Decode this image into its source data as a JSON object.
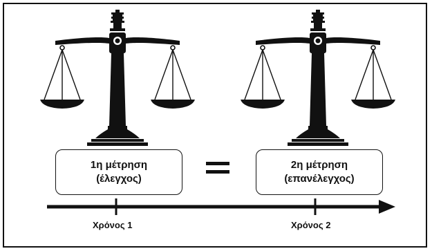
{
  "measurement_1": {
    "line1": "1η μέτρηση",
    "line2": "(έλεγχος)"
  },
  "measurement_2": {
    "line1": "2η μέτρηση",
    "line2": "(επανέλεγχος)"
  },
  "timeline": {
    "time_1": "Χρόνος 1",
    "time_2": "Χρόνος 2"
  },
  "colors": {
    "ink": "#111111",
    "background": "#ffffff"
  },
  "icons": [
    "balance-scale-icon",
    "balance-scale-icon",
    "equals-sign-icon",
    "timeline-arrow-icon"
  ]
}
